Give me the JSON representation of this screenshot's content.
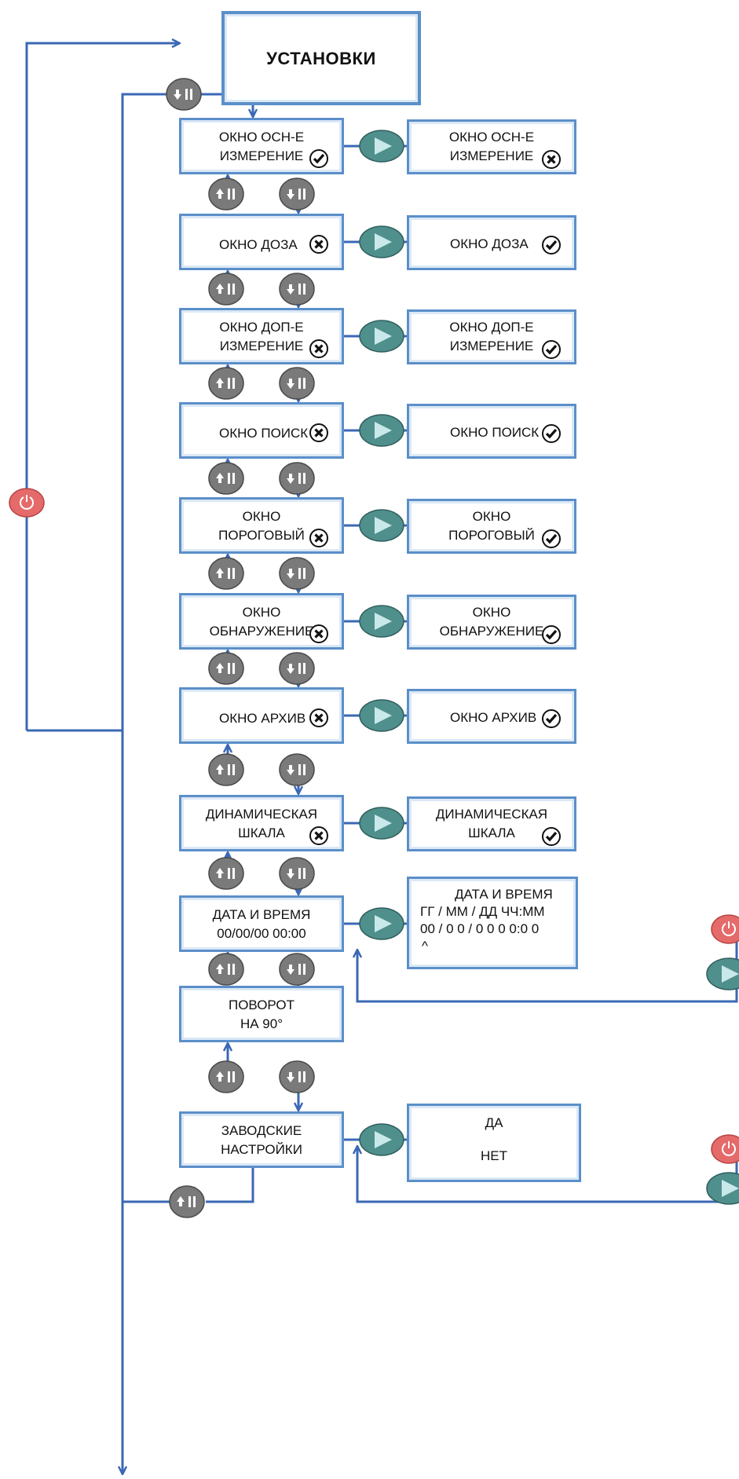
{
  "title": "УСТАНОВКИ",
  "colors": {
    "line": "#3a68b4",
    "box_border": "#5b8fc9",
    "btn_green": "#4f8f8c",
    "btn_gray": "#7a7a7a",
    "btn_red": "#e56a6a"
  },
  "icons": {
    "next": "play-triangle-icon",
    "down": "down-arrow-pause-icon",
    "up": "up-arrow-pause-icon",
    "power": "power-icon",
    "check": "checkmark-icon",
    "cross": "cross-icon"
  },
  "rows": [
    {
      "left": [
        "ОКНО ОСН-Е",
        "ИЗМЕРЕНИЕ"
      ],
      "left_state": "check",
      "right": [
        "ОКНО ОСН-Е",
        "ИЗМЕРЕНИЕ"
      ],
      "right_state": "cross"
    },
    {
      "left": [
        "ОКНО ДОЗА"
      ],
      "left_state": "cross",
      "right": [
        "ОКНО ДОЗА"
      ],
      "right_state": "check"
    },
    {
      "left": [
        "ОКНО ДОП-Е",
        "ИЗМЕРЕНИЕ"
      ],
      "left_state": "cross",
      "right": [
        "ОКНО ДОП-Е",
        "ИЗМЕРЕНИЕ"
      ],
      "right_state": "check"
    },
    {
      "left": [
        "ОКНО ПОИСК"
      ],
      "left_state": "cross",
      "right": [
        "ОКНО ПОИСК"
      ],
      "right_state": "check"
    },
    {
      "left": [
        "ОКНО",
        "ПОРОГОВЫЙ"
      ],
      "left_state": "cross",
      "right": [
        "ОКНО",
        "ПОРОГОВЫЙ"
      ],
      "right_state": "check"
    },
    {
      "left": [
        "ОКНО",
        "ОБНАРУЖЕНИЕ"
      ],
      "left_state": "cross",
      "right": [
        "ОКНО",
        "ОБНАРУЖЕНИЕ"
      ],
      "right_state": "check"
    },
    {
      "left": [
        "ОКНО АРХИВ"
      ],
      "left_state": "cross",
      "right": [
        "ОКНО АРХИВ"
      ],
      "right_state": "check"
    },
    {
      "left": [
        "ДИНАМИЧЕСКАЯ",
        "ШКАЛА"
      ],
      "left_state": "cross",
      "right": [
        "ДИНАМИЧЕСКАЯ",
        "ШКАЛА"
      ],
      "right_state": "check"
    },
    {
      "left": [
        "ДАТА И ВРЕМЯ",
        "00/00/00  00:00"
      ],
      "left_state": "",
      "right": [
        "ДАТА И ВРЕМЯ",
        "ГГ / ММ / ДД     ЧЧ:ММ",
        "00 / 0 0  / 0 0       0 0:0 0",
        "^"
      ],
      "right_state": ""
    },
    {
      "left": [
        "ПОВОРОТ",
        "НА 90°"
      ],
      "left_state": "",
      "right": [],
      "right_state": ""
    },
    {
      "left": [
        "ЗАВОДСКИЕ",
        "НАСТРОЙКИ"
      ],
      "left_state": "",
      "right": [
        "ДА",
        "НЕТ"
      ],
      "right_state": ""
    }
  ]
}
